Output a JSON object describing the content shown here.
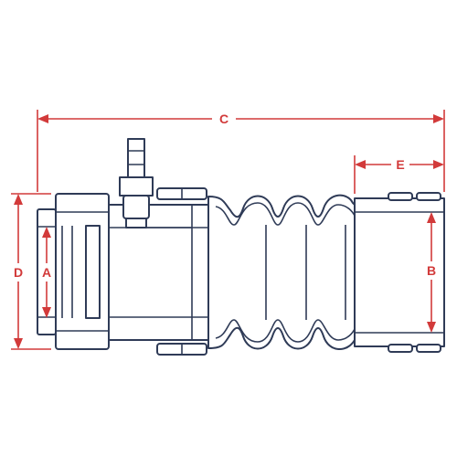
{
  "colors": {
    "outline": "#2f3b57",
    "dimension": "#d23a3a",
    "background": "#ffffff"
  },
  "dimensions": {
    "a": "A",
    "b": "B",
    "c": "C",
    "d": "D",
    "e": "E"
  }
}
